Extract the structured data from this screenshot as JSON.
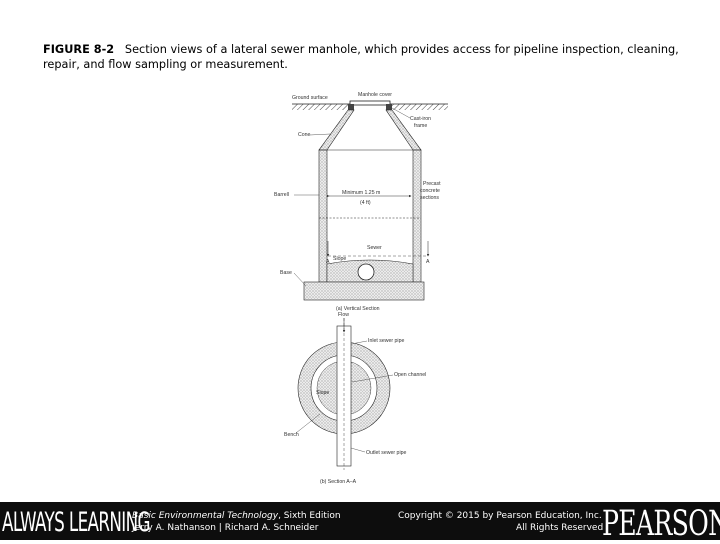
{
  "caption": {
    "figure_label": "FIGURE 8-2",
    "text": "Section views of a lateral sewer manhole, which provides access for pipeline inspection, cleaning, repair, and flow sampling or measurement."
  },
  "diagram": {
    "vertical": {
      "ground_surface": "Ground surface",
      "manhole_cover": "Manhole cover",
      "cast_iron_frame_1": "Cast-iron",
      "cast_iron_frame_2": "frame",
      "cone": "Cone",
      "barrell": "Barrell",
      "minimum": "Minimum 1.25 m",
      "minimum_ft": "(4 ft)",
      "precast_1": "Precast",
      "precast_2": "concrete",
      "precast_3": "sections",
      "sewer": "Sewer",
      "slope": "Slope",
      "section_a_left": "A",
      "section_a_right": "A",
      "base": "Base",
      "caption": "(a) Vertical Section"
    },
    "plan": {
      "flow": "Flow",
      "inlet_pipe": "Inlet sewer pipe",
      "open_channel": "Open channel",
      "slope": "Slope",
      "bench": "Bench",
      "outlet_pipe": "Outlet sewer pipe",
      "caption": "(b) Section A–A"
    }
  },
  "footer": {
    "always_learning": "ALWAYS LEARNING",
    "book_title": "Basic Environmental Technology",
    "edition": ", Sixth Edition",
    "authors": "Jerry A. Nathanson | Richard A. Schneider",
    "copyright": "Copyright © 2015 by Pearson Education, Inc.",
    "rights": "All Rights Reserved",
    "pearson": "PEARSON"
  }
}
